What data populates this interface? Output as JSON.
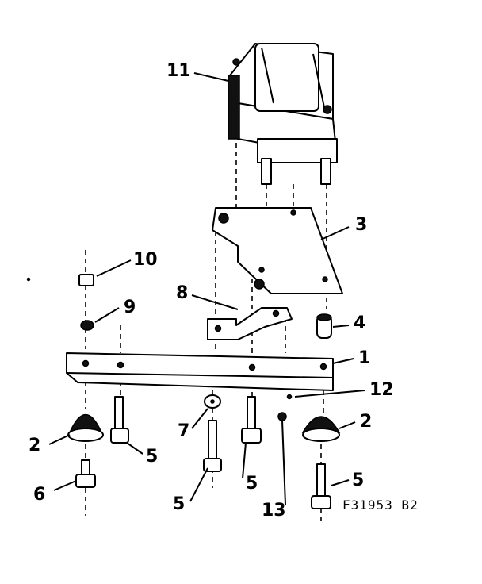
{
  "callouts": [
    "1",
    "2",
    "2",
    "3",
    "4",
    "5",
    "5",
    "5",
    "5",
    "6",
    "7",
    "8",
    "9",
    "10",
    "11",
    "12",
    "13"
  ],
  "figure_code": "F31953 B2"
}
